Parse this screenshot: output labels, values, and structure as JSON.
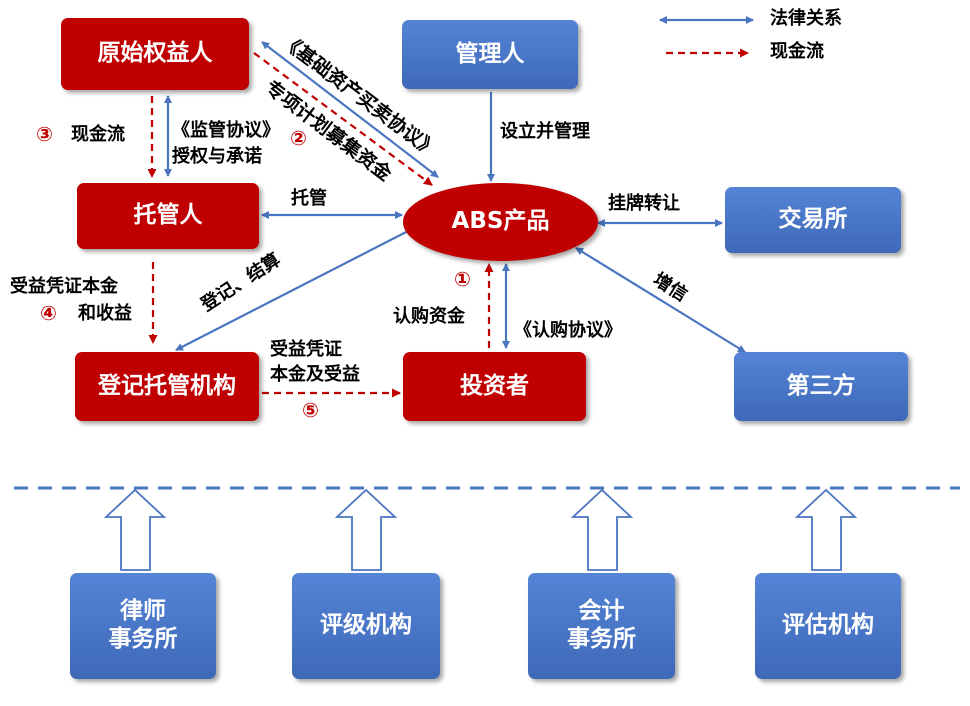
{
  "legend": {
    "legal": "法律关系",
    "cash": "现金流"
  },
  "nodes": {
    "originator": "原始权益人",
    "manager": "管理人",
    "custodian": "托管人",
    "abs": "ABS产品",
    "exchange": "交易所",
    "registrar": "登记托管机构",
    "investor": "投资者",
    "third_party": "第三方",
    "lawyer_line1": "律师",
    "lawyer_line2": "事务所",
    "rating": "评级机构",
    "accounting_line1": "会计",
    "accounting_line2": "事务所",
    "valuation": "评估机构"
  },
  "labels": {
    "sale_agreement": "《基础资产买卖协议》",
    "special_plan_funds": "专项计划募集资金",
    "supervision_agreement": "《监管协议》",
    "authorization": "授权与承诺",
    "cash_flow": "现金流",
    "establish_manage": "设立并管理",
    "custody": "托管",
    "listing_transfer": "挂牌转让",
    "registration_settlement": "登记、结算",
    "credit_enhancement": "增信",
    "subscription_funds": "认购资金",
    "subscription_agreement": "《认购协议》",
    "principal_income_line1": "受益凭证本金",
    "principal_income_line2": "和收益",
    "principal_yield_line1": "受益凭证",
    "principal_yield_line2": "本金及受益"
  },
  "steps": {
    "s1": "①",
    "s2": "②",
    "s3": "③",
    "s4": "④",
    "s5": "⑤"
  },
  "colors": {
    "red": "#c00000",
    "blue": "#4472c4",
    "arrow_blue": "#4a76c0",
    "dash_blue": "#4a76c0"
  }
}
